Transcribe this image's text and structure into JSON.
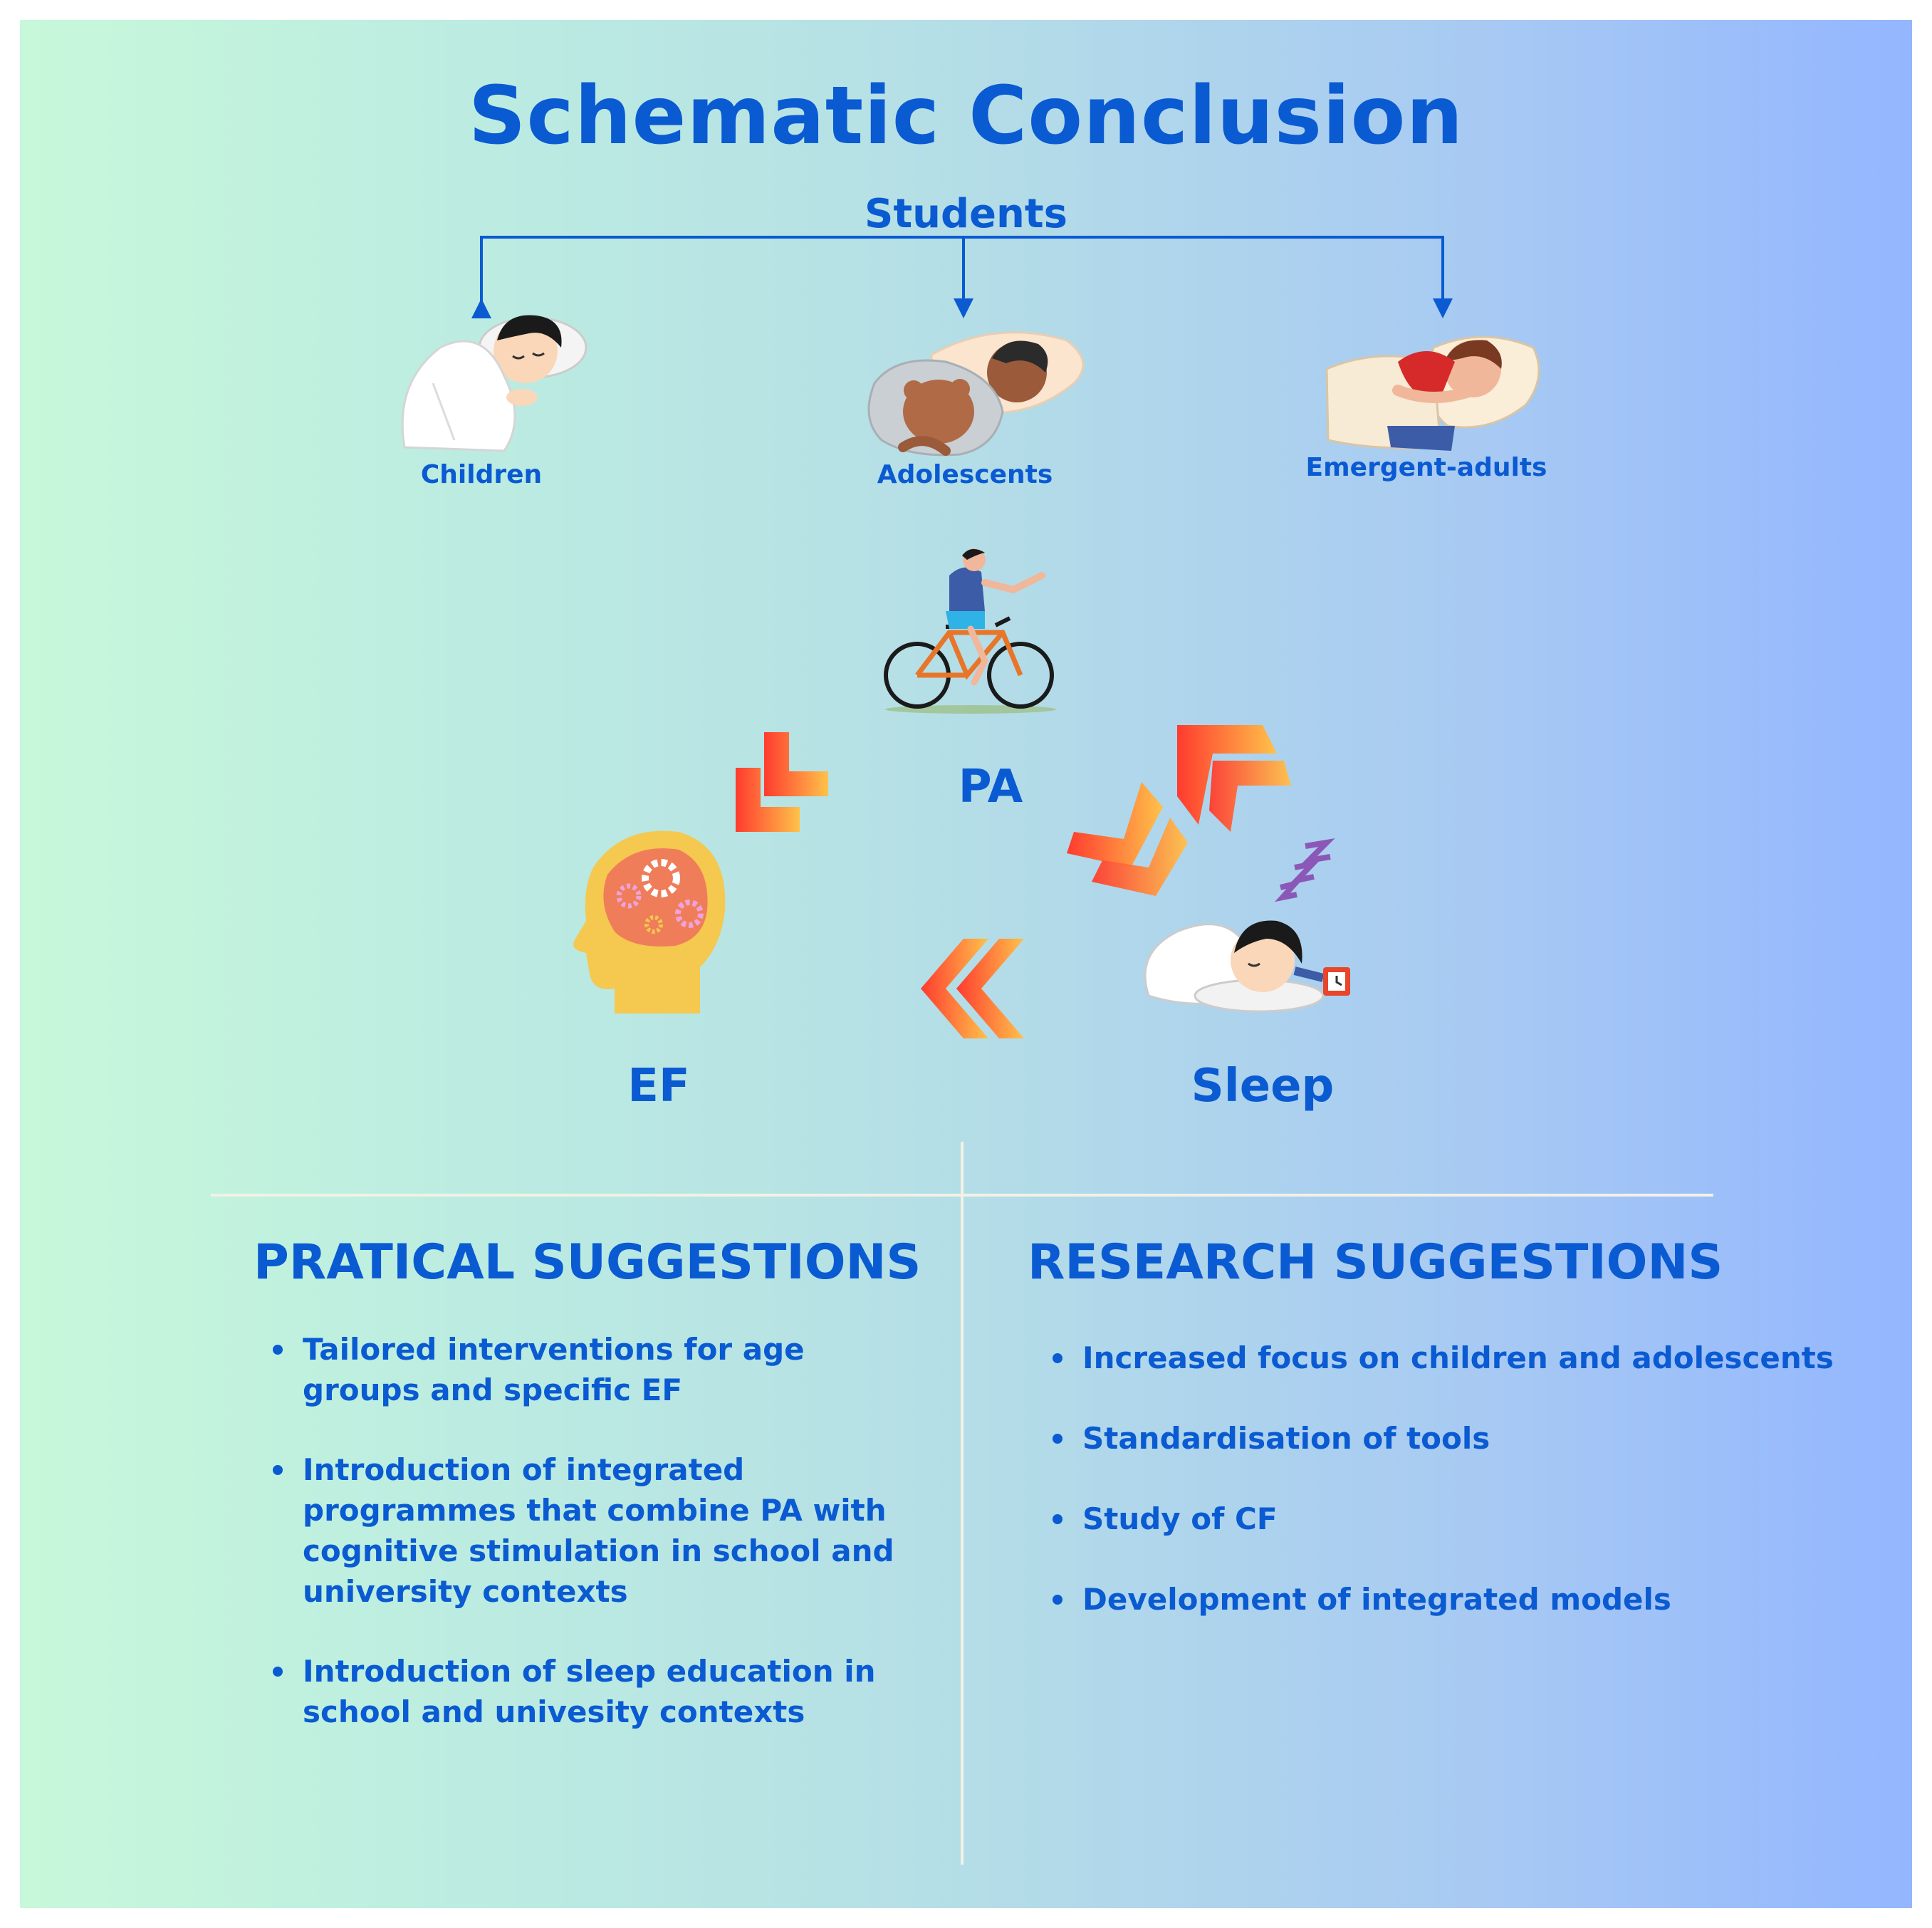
{
  "title": "Schematic Conclusion",
  "students": {
    "label": "Students",
    "groups": [
      {
        "label": "Children",
        "icon": "sleeping-child-icon"
      },
      {
        "label": "Adolescents",
        "icon": "sleeping-adolescent-icon"
      },
      {
        "label": "Emergent-adults",
        "icon": "sleeping-adult-icon"
      }
    ]
  },
  "cycle": {
    "pa": "PA",
    "ef": "EF",
    "sleep": "Sleep"
  },
  "practical": {
    "title": "PRATICAL SUGGESTIONS",
    "items": [
      "Tailored interventions for age groups and specific EF",
      "Introduction of integrated programmes that combine PA with cognitive stimulation in school and university contexts",
      "Introduction of sleep education in school and univesity contexts"
    ]
  },
  "research": {
    "title": "RESEARCH SUGGESTIONS",
    "items": [
      "Increased focus on children and adolescents",
      "Standardisation of tools",
      "Study of CF",
      "Development of integrated models"
    ]
  },
  "colors": {
    "text": "#0a5ad2",
    "arrow_start": "#ff3b2f",
    "arrow_end": "#ffc24a",
    "divider": "#f3f1e6"
  }
}
